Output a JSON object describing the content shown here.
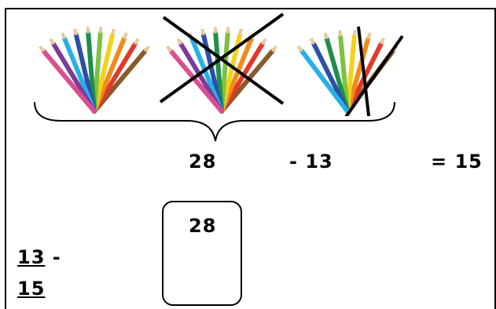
{
  "equation": {
    "total": "28",
    "minus_term": "- 13",
    "result": "= 15"
  },
  "box": {
    "value": "28"
  },
  "column": {
    "line1_number": "13",
    "line1_operator": "-",
    "line2_number": "15"
  },
  "pencil_groups": [
    {
      "name": "group-1",
      "crossed": "none",
      "pencils": 10
    },
    {
      "name": "group-2",
      "crossed": "full-x",
      "pencils": 10
    },
    {
      "name": "group-3",
      "crossed": "partial",
      "pencils": 8
    }
  ],
  "colors": [
    "#8b5a2b",
    "#e03a2a",
    "#f08a1c",
    "#f4d21a",
    "#7cc243",
    "#1f8f4a",
    "#2d4fa8",
    "#27b0e6",
    "#7a3c98",
    "#d94e8f",
    "#333333"
  ]
}
